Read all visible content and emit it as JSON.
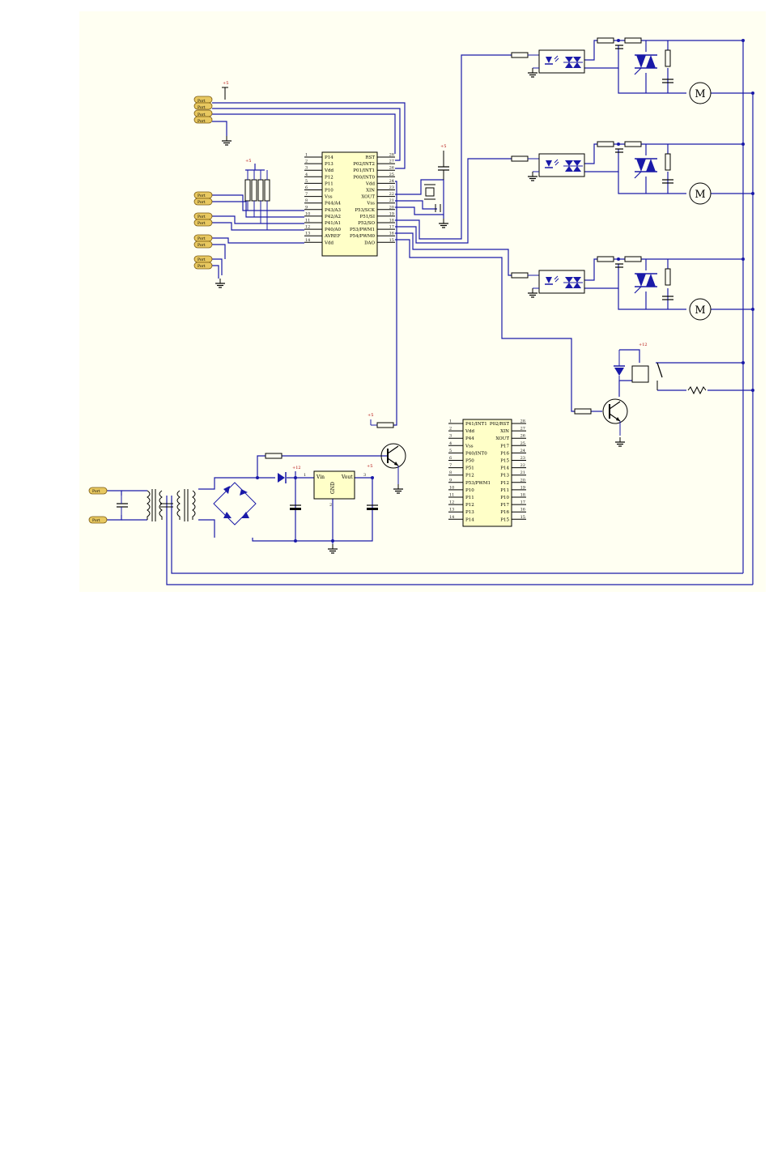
{
  "colors": {
    "background": "#fffff2",
    "wire": "#1a1aa8",
    "component": "#000000",
    "chip_fill": "#ffffc8",
    "header_fill": "#e8c860",
    "power_label": "#b00000",
    "pin_number": "#202020"
  },
  "labels": {
    "port": "Port",
    "vcc5": "+5",
    "vcc12": "+12",
    "motor": "M",
    "regulator_in": "Vin",
    "regulator_out": "Vout",
    "regulator_gnd": "GND",
    "reg_pin1": "1",
    "reg_pin2": "2",
    "reg_pin3": "3"
  },
  "icons": {
    "motor": "motor-icon",
    "ground": "ground-icon",
    "optocoupler": "optocoupler-icon",
    "triac": "triac-icon",
    "relay": "relay-coil-icon",
    "transistor": "npn-transistor-icon",
    "bridge": "bridge-rectifier-icon",
    "transformer": "transformer-icon",
    "crystal": "crystal-icon"
  },
  "mcu": {
    "pins_left": [
      {
        "num": "1",
        "name": "P14"
      },
      {
        "num": "2",
        "name": "P13"
      },
      {
        "num": "3",
        "name": "Vdd"
      },
      {
        "num": "4",
        "name": "P12"
      },
      {
        "num": "5",
        "name": "P11"
      },
      {
        "num": "6",
        "name": "P10"
      },
      {
        "num": "7",
        "name": "Vss"
      },
      {
        "num": "8",
        "name": "P44/A4"
      },
      {
        "num": "9",
        "name": "P43/A3"
      },
      {
        "num": "10",
        "name": "P42/A2"
      },
      {
        "num": "11",
        "name": "P41/A1"
      },
      {
        "num": "12",
        "name": "P40/A0"
      },
      {
        "num": "13",
        "name": "AVREF"
      },
      {
        "num": "14",
        "name": "Vdd"
      }
    ],
    "pins_right": [
      {
        "num": "28",
        "name": "RST"
      },
      {
        "num": "27",
        "name": "P02/INT2"
      },
      {
        "num": "26",
        "name": "P01/INT1"
      },
      {
        "num": "25",
        "name": "P00/INT0"
      },
      {
        "num": "24",
        "name": "Vdd"
      },
      {
        "num": "23",
        "name": "XIN"
      },
      {
        "num": "22",
        "name": "XOUT"
      },
      {
        "num": "21",
        "name": "Vss"
      },
      {
        "num": "20",
        "name": "P53/SCK"
      },
      {
        "num": "19",
        "name": "P51/SI"
      },
      {
        "num": "18",
        "name": "P52/SO"
      },
      {
        "num": "17",
        "name": "P53/PWM1"
      },
      {
        "num": "16",
        "name": "P54/PWM0"
      },
      {
        "num": "15",
        "name": "DAO"
      }
    ]
  },
  "mcu2": {
    "pins_left": [
      {
        "num": "1",
        "name": "P41/INT1"
      },
      {
        "num": "2",
        "name": "Vdd"
      },
      {
        "num": "3",
        "name": "P44"
      },
      {
        "num": "4",
        "name": "Vss"
      },
      {
        "num": "5",
        "name": "P40/INT0"
      },
      {
        "num": "6",
        "name": "P50"
      },
      {
        "num": "7",
        "name": "P51"
      },
      {
        "num": "8",
        "name": "P12"
      },
      {
        "num": "9",
        "name": "P53/PWM1"
      },
      {
        "num": "10",
        "name": "P10"
      },
      {
        "num": "11",
        "name": "P11"
      },
      {
        "num": "12",
        "name": "P12"
      },
      {
        "num": "13",
        "name": "P13"
      },
      {
        "num": "14",
        "name": "P14"
      }
    ],
    "pins_right": [
      {
        "num": "28",
        "name": "P02/RST"
      },
      {
        "num": "27",
        "name": "XIN"
      },
      {
        "num": "26",
        "name": "XOUT"
      },
      {
        "num": "25",
        "name": "P17"
      },
      {
        "num": "24",
        "name": "P16"
      },
      {
        "num": "23",
        "name": "P15"
      },
      {
        "num": "22",
        "name": "P14"
      },
      {
        "num": "21",
        "name": "P13"
      },
      {
        "num": "20",
        "name": "P12"
      },
      {
        "num": "19",
        "name": "P11"
      },
      {
        "num": "18",
        "name": "P10"
      },
      {
        "num": "17",
        "name": "P17"
      },
      {
        "num": "16",
        "name": "P16"
      },
      {
        "num": "15",
        "name": "P15"
      }
    ]
  }
}
